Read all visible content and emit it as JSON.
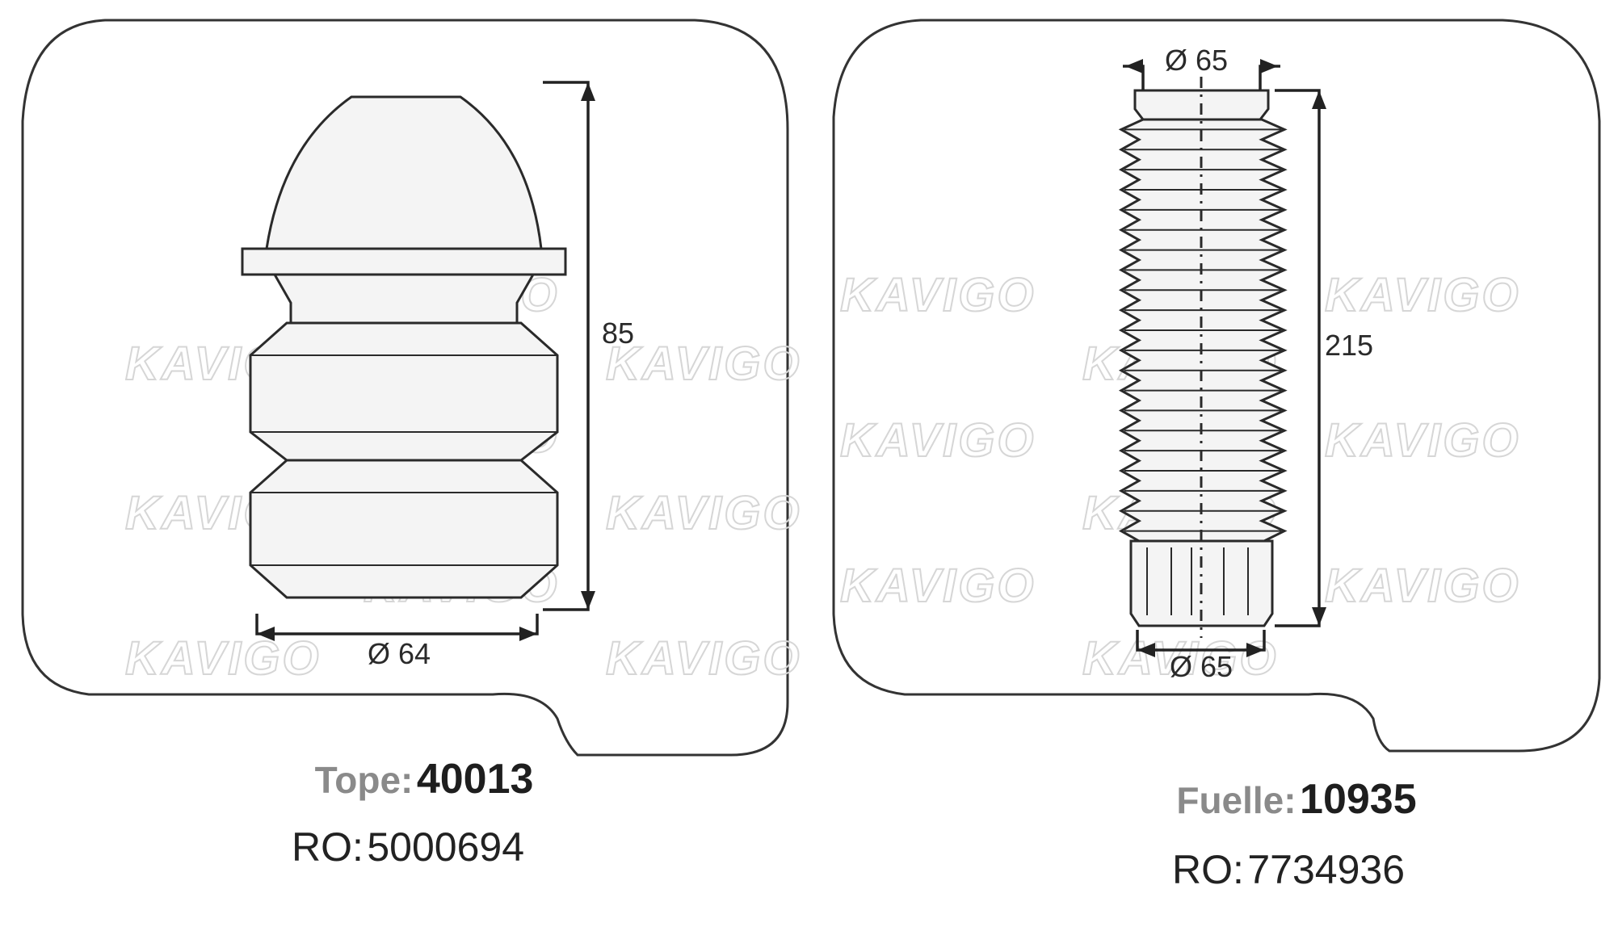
{
  "watermark": {
    "text": "KAVIGO"
  },
  "left_part": {
    "dimension_height": "85",
    "dimension_diameter": "Ø 64",
    "label": "Tope:",
    "code": "40013",
    "ro_label": "RO:",
    "ro_value": "5000694"
  },
  "right_part": {
    "dimension_top_diameter": "Ø 65",
    "dimension_height": "215",
    "dimension_bottom_diameter": "Ø 65",
    "label": "Fuelle:",
    "code": "10935",
    "ro_label": "RO:",
    "ro_value": "7734936"
  },
  "colors": {
    "outline": "#3a3a3a",
    "fill": "#f4f4f4",
    "watermark": "#d6d6d6",
    "label_gray": "#8a8a8a"
  }
}
